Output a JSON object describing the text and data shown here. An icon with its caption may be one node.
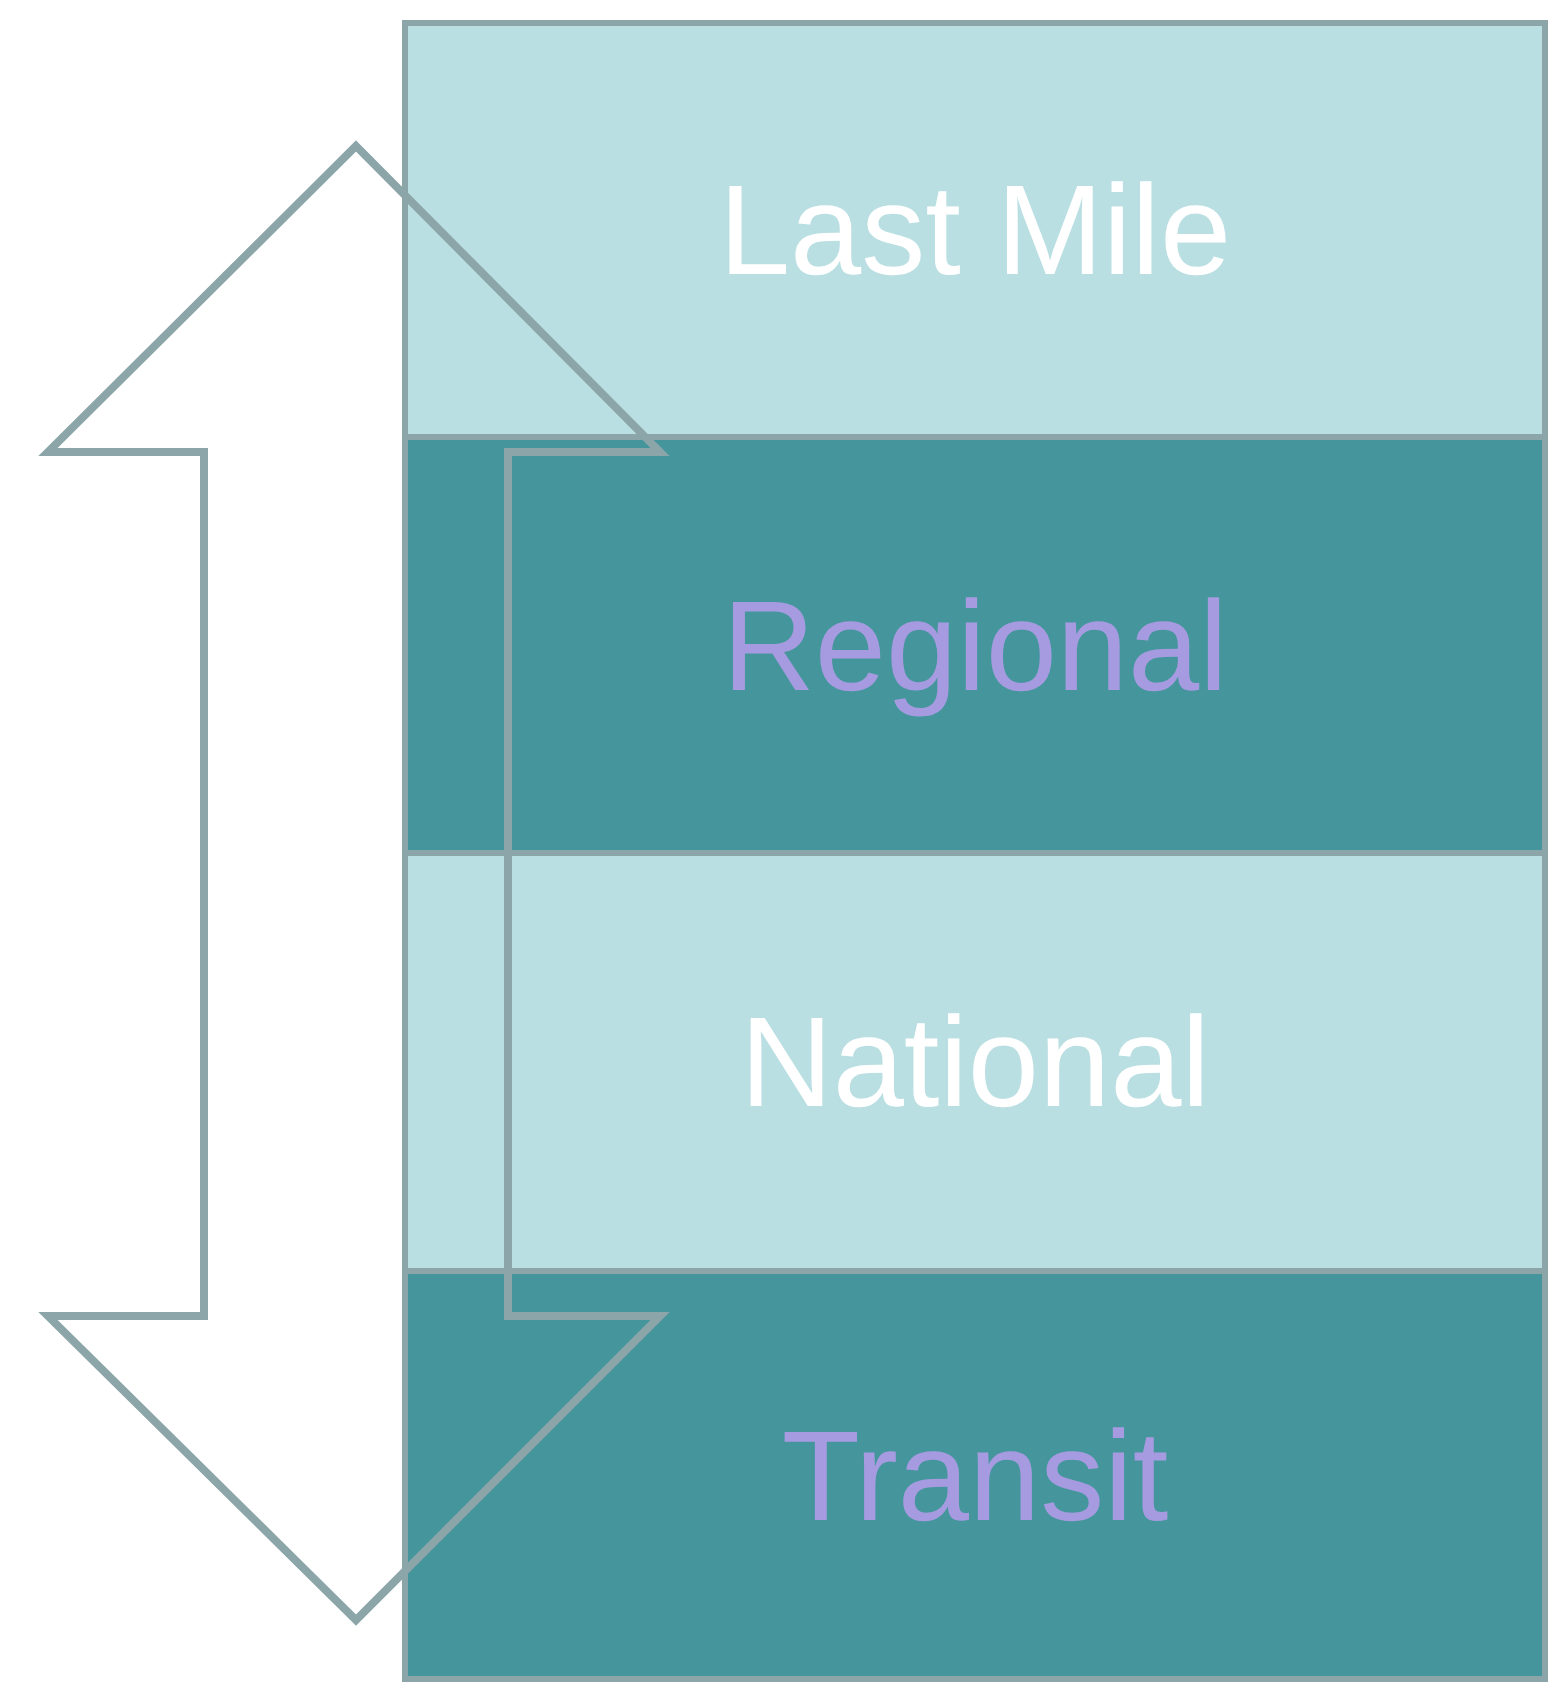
{
  "diagram": {
    "nodes": [
      {
        "text": [
          "Last Mile"
        ]
      },
      {
        "text": [
          "Regional"
        ]
      },
      {
        "text": [
          "National"
        ]
      },
      {
        "text": [
          "Transit"
        ]
      }
    ],
    "edges": [
      {
        "from": 0,
        "to": 3,
        "arrow": "both"
      }
    ]
  }
}
